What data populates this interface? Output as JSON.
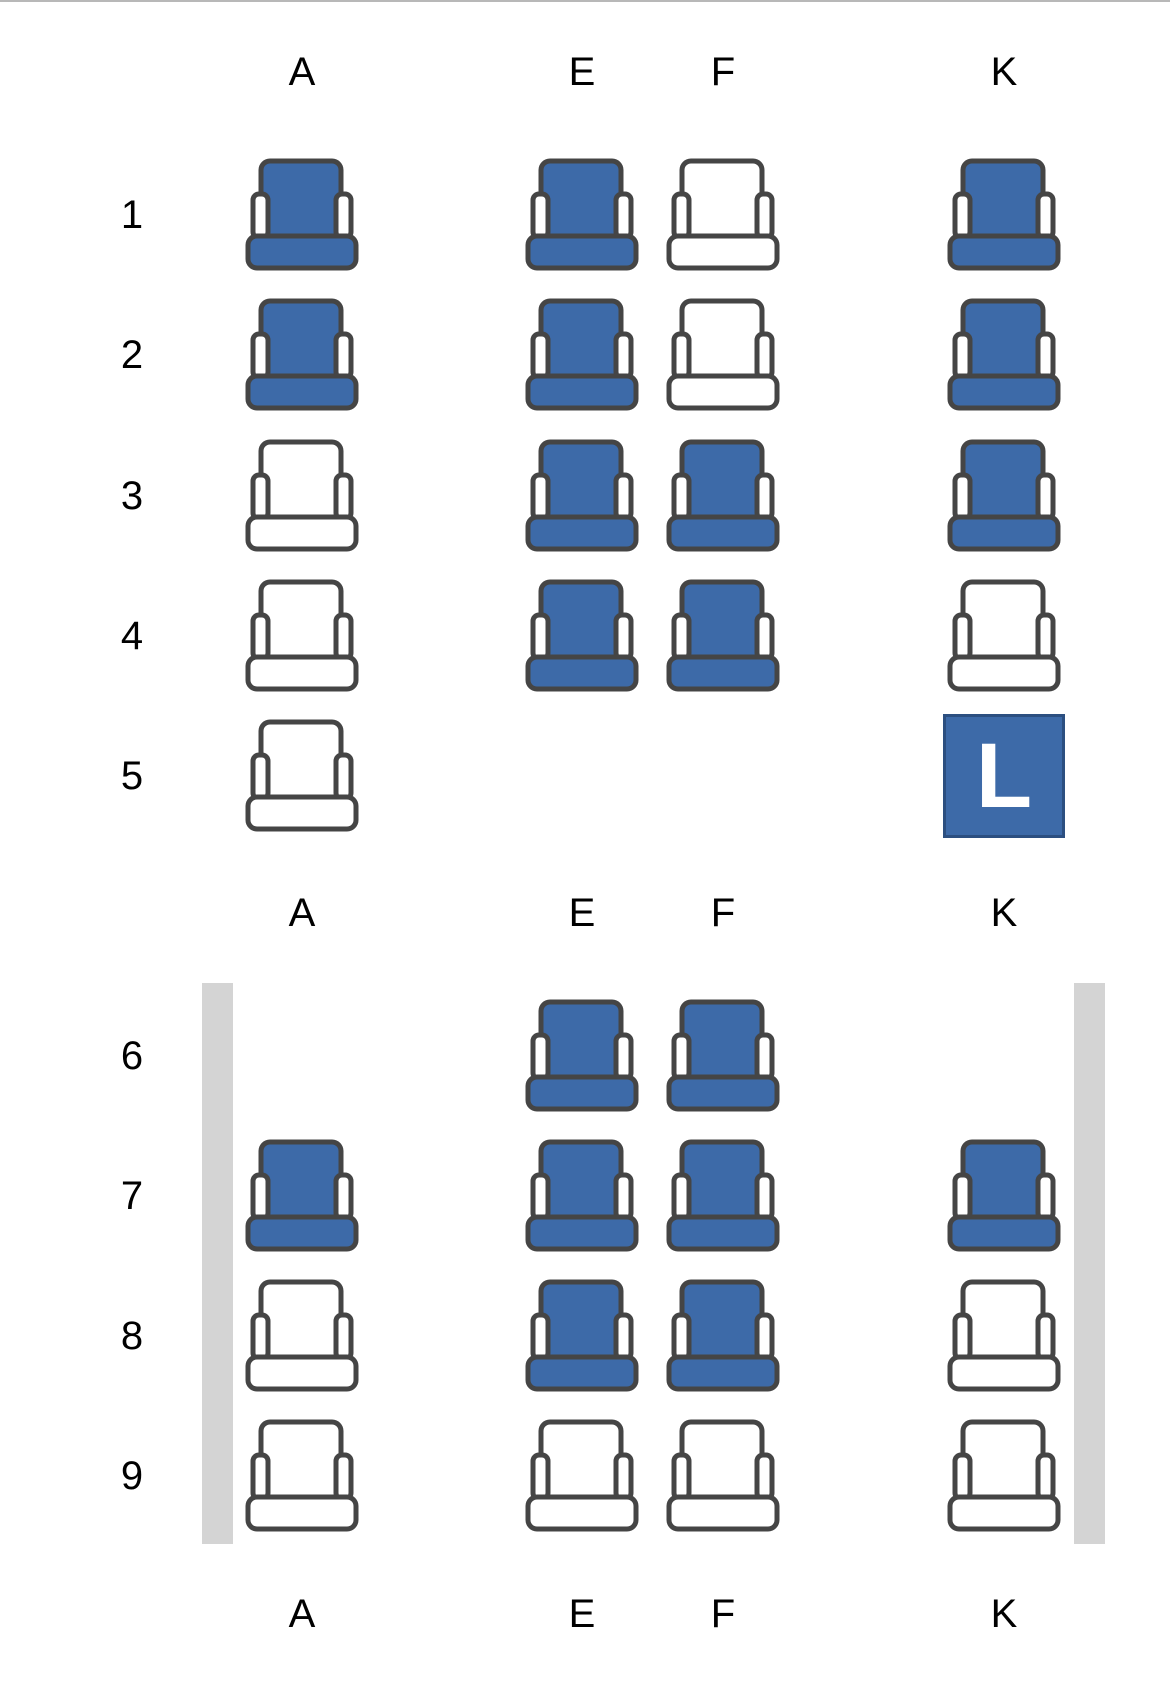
{
  "columns": [
    "A",
    "E",
    "F",
    "K"
  ],
  "colors": {
    "occupied": "#3d6aa8",
    "available": "#ffffff",
    "outline": "#454545",
    "wall": "#d4d4d4"
  },
  "sections": [
    {
      "rows": [
        {
          "number": "1",
          "seats": [
            "occupied",
            "occupied",
            "available",
            "occupied"
          ]
        },
        {
          "number": "2",
          "seats": [
            "occupied",
            "occupied",
            "available",
            "occupied"
          ]
        },
        {
          "number": "3",
          "seats": [
            "available",
            "occupied",
            "occupied",
            "occupied"
          ]
        },
        {
          "number": "4",
          "seats": [
            "available",
            "occupied",
            "occupied",
            "available"
          ]
        },
        {
          "number": "5",
          "seats": [
            "available",
            null,
            null,
            "lavatory"
          ]
        }
      ]
    },
    {
      "rows": [
        {
          "number": "6",
          "seats": [
            null,
            "occupied",
            "occupied",
            null
          ]
        },
        {
          "number": "7",
          "seats": [
            "occupied",
            "occupied",
            "occupied",
            "occupied"
          ]
        },
        {
          "number": "8",
          "seats": [
            "available",
            "occupied",
            "occupied",
            "available"
          ]
        },
        {
          "number": "9",
          "seats": [
            "available",
            "available",
            "available",
            "available"
          ]
        }
      ]
    }
  ],
  "lavatory_label": "L"
}
